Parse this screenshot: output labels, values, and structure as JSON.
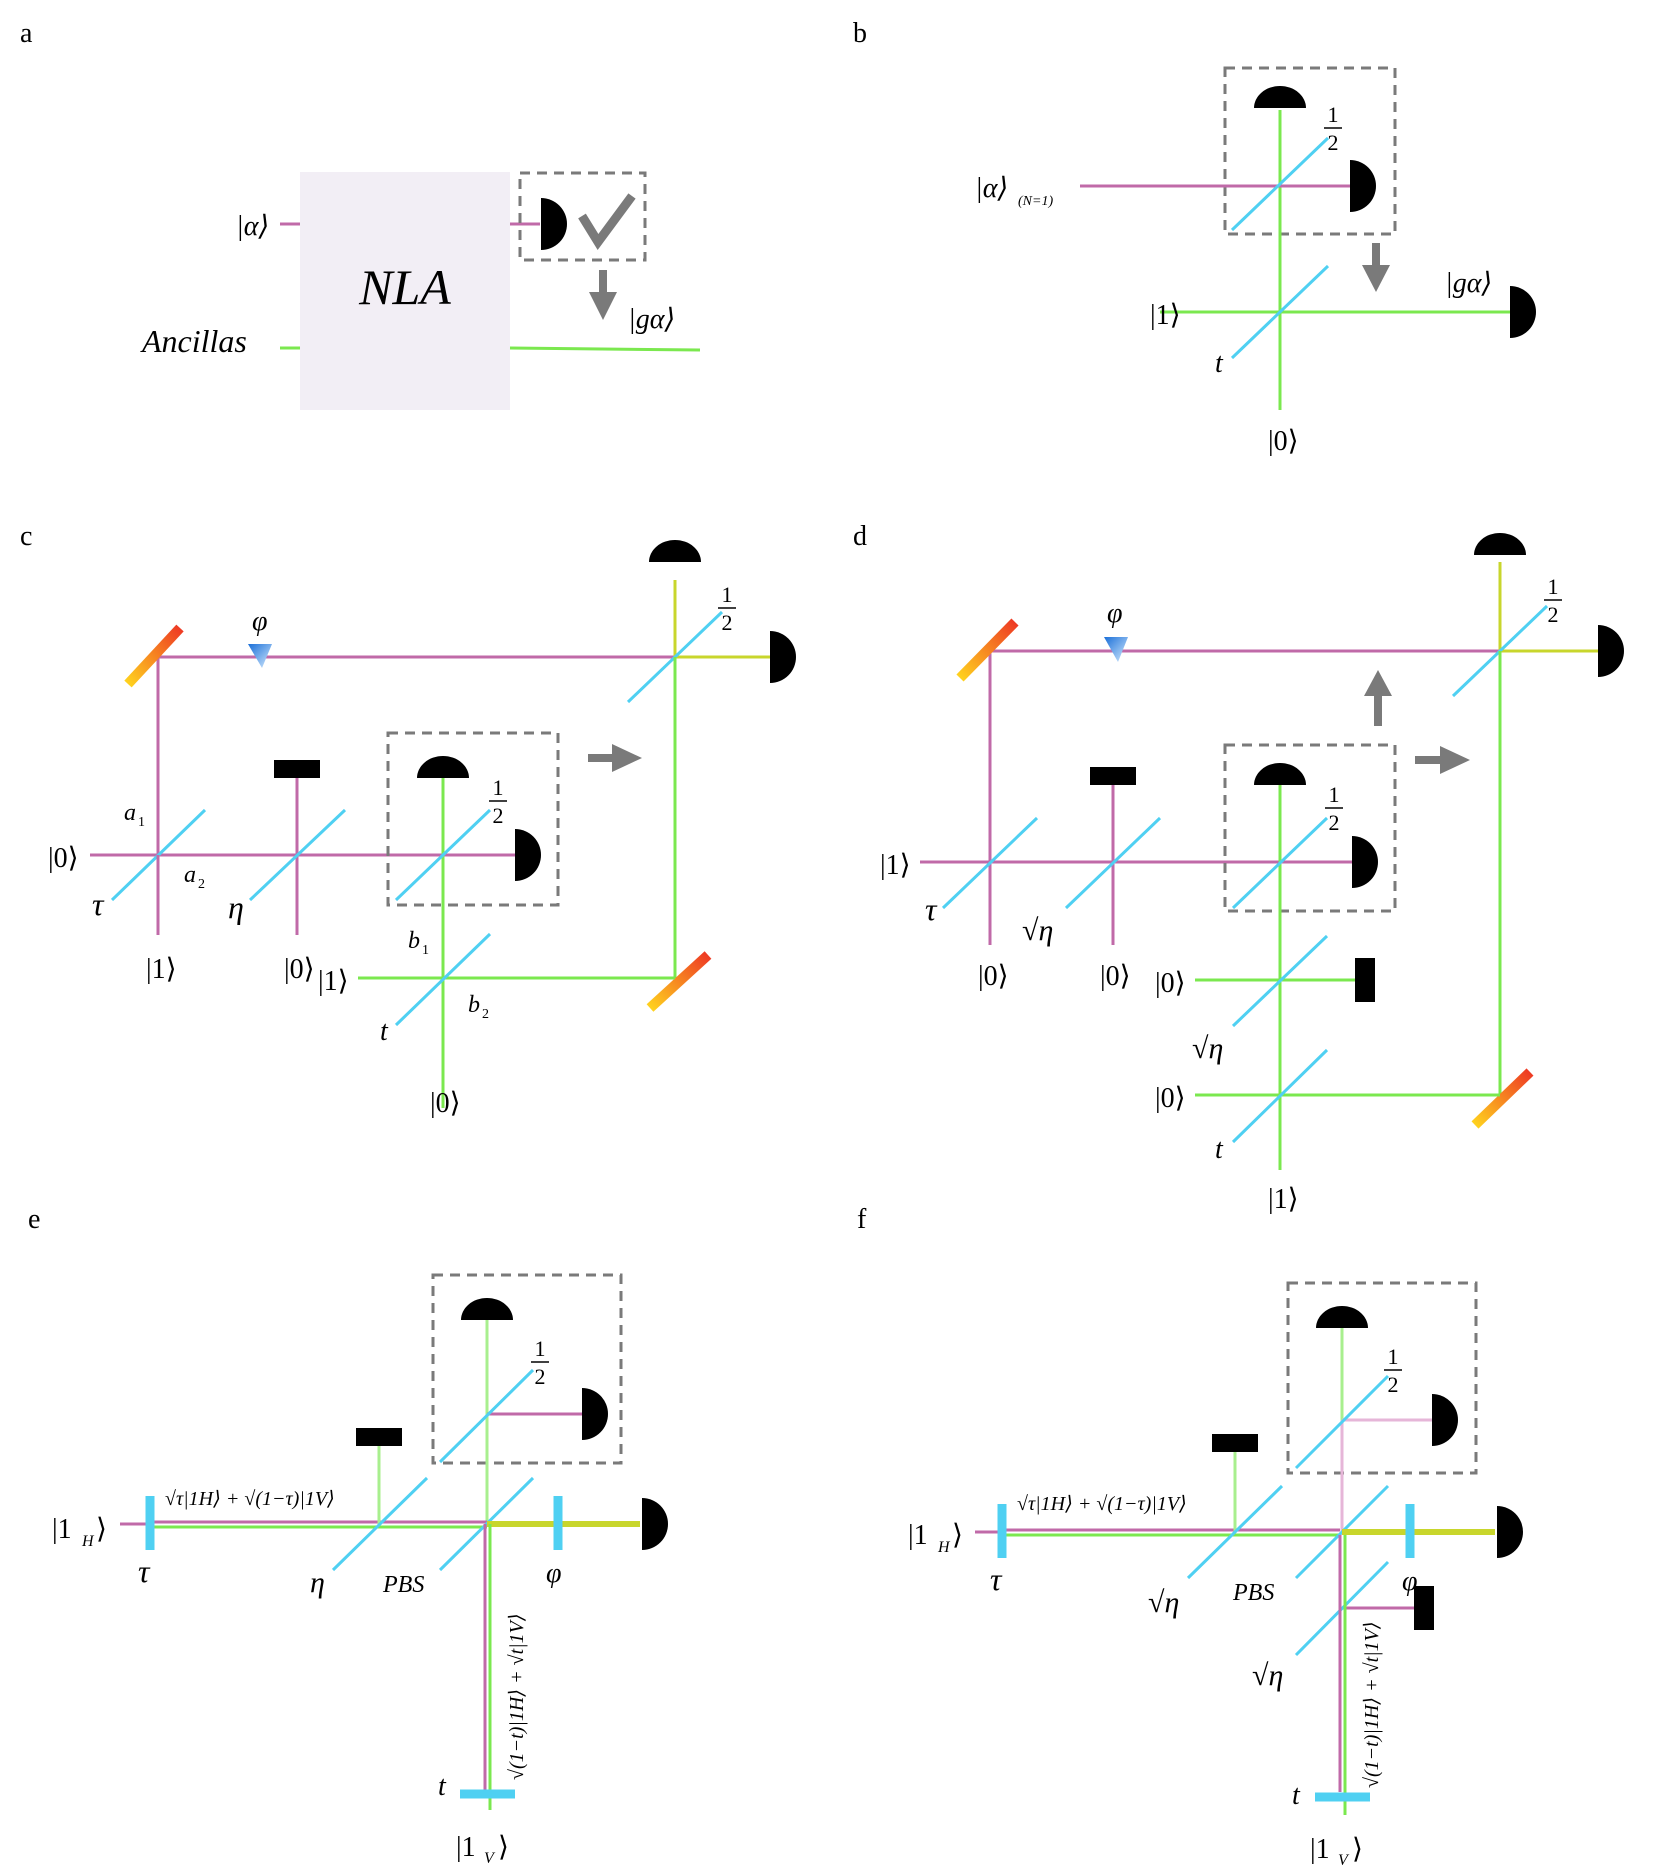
{
  "panels": {
    "a": {
      "label": "a",
      "input": "|α⟩",
      "ancillas": "Ancillas",
      "box": "NLA",
      "output": "|gα⟩",
      "check": "✓"
    },
    "b": {
      "label": "b",
      "input": "|α⟩",
      "input_sub": "(N=1)",
      "ket_one": "|1⟩",
      "ket_zero": "|0⟩",
      "t": "t",
      "output": "|gα⟩",
      "half_num": "1",
      "half_den": "2"
    },
    "c": {
      "label": "c",
      "phi": "φ",
      "a1": "a",
      "a1_sub": "1",
      "a2": "a",
      "a2_sub": "2",
      "b1": "b",
      "b1_sub": "1",
      "b2": "b",
      "b2_sub": "2",
      "ket_zero_in": "|0⟩",
      "tau": "τ",
      "ket_one_tau": "|1⟩",
      "eta": "η",
      "ket_zero_eta": "|0⟩",
      "ket_one_t": "|1⟩",
      "t": "t",
      "ket_zero_t": "|0⟩",
      "half_num": "1",
      "half_den": "2",
      "half2_num": "1",
      "half2_den": "2"
    },
    "d": {
      "label": "d",
      "phi": "φ",
      "ket_one_in": "|1⟩",
      "tau": "τ",
      "ket_zero_tau": "|0⟩",
      "sqrt_eta": "√η",
      "ket_zero_eta": "|0⟩",
      "ket_zero_a": "|0⟩",
      "sqrt_eta2": "√η",
      "ket_zero_b": "|0⟩",
      "t": "t",
      "ket_one_t": "|1⟩",
      "half_num": "1",
      "half_den": "2",
      "half2_num": "1",
      "half2_den": "2"
    },
    "e": {
      "label": "e",
      "ket_in": "|1",
      "ket_in_sub": "H",
      "tau": "τ",
      "state_h": "√τ|1H⟩ + √(1−τ)|1V⟩",
      "eta": "η",
      "pbs": "PBS",
      "phi": "φ",
      "state_v": "√(1−t)|1H⟩ + √t|1V⟩",
      "t": "t",
      "ket_out": "|1",
      "ket_out_sub": "V",
      "half_num": "1",
      "half_den": "2"
    },
    "f": {
      "label": "f",
      "ket_in": "|1",
      "ket_in_sub": "H",
      "tau": "τ",
      "state_h": "√τ|1H⟩ + √(1−τ)|1V⟩",
      "sqrt_eta": "√η",
      "pbs": "PBS",
      "phi": "φ",
      "sqrt_eta2": "√η",
      "state_v": "√(1−t)|1H⟩ + √t|1V⟩",
      "t": "t",
      "ket_out": "|1",
      "ket_out_sub": "V",
      "half_num": "1",
      "half_den": "2"
    }
  },
  "colors": {
    "mode_a": "#c06aa8",
    "mode_b": "#7be84f",
    "beam_splitter": "#4fd0f2",
    "detector": "#000000",
    "nla_box": "#f2eef5",
    "arrow": "#7a7a7a"
  }
}
